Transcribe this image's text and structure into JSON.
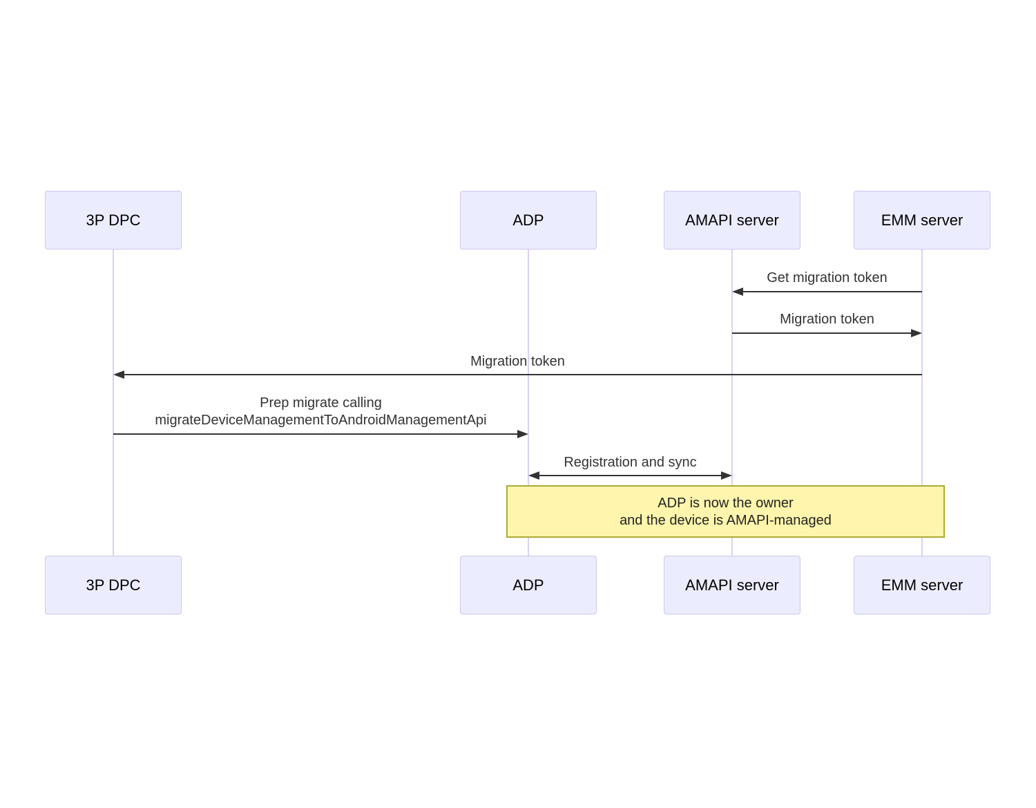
{
  "diagram": {
    "type": "sequence",
    "actors": [
      {
        "id": "3p-dpc",
        "label": "3P DPC"
      },
      {
        "id": "adp",
        "label": "ADP"
      },
      {
        "id": "amapi-server",
        "label": "AMAPI server"
      },
      {
        "id": "emm-server",
        "label": "EMM server"
      }
    ],
    "messages": [
      {
        "from": "EMM server",
        "to": "AMAPI server",
        "label": "Get migration token",
        "arrow": "left"
      },
      {
        "from": "AMAPI server",
        "to": "EMM server",
        "label": "Migration token",
        "arrow": "right"
      },
      {
        "from": "EMM server",
        "to": "3P DPC",
        "label": "Migration token",
        "arrow": "left"
      },
      {
        "from": "3P DPC",
        "to": "ADP",
        "label_line1": "Prep migrate calling",
        "label_line2": "migrateDeviceManagementToAndroidManagementApi",
        "arrow": "right"
      },
      {
        "from": "ADP",
        "to": "AMAPI server",
        "label": "Registration and sync",
        "arrow": "both"
      }
    ],
    "note": {
      "over": "ADP, EMM server",
      "line1": "ADP is now the owner",
      "line2": "and the device is AMAPI-managed"
    },
    "colors": {
      "actor_fill": "#ECECFF",
      "actor_border": "#CCC6EC",
      "lifeline": "#D8D2F2",
      "arrow": "#333333",
      "message_text": "#333333",
      "actor_text": "#000000",
      "note_fill": "#FFF5AD",
      "note_border": "#AAAA33",
      "note_text": "#232323",
      "background": "#FFFFFF"
    }
  }
}
